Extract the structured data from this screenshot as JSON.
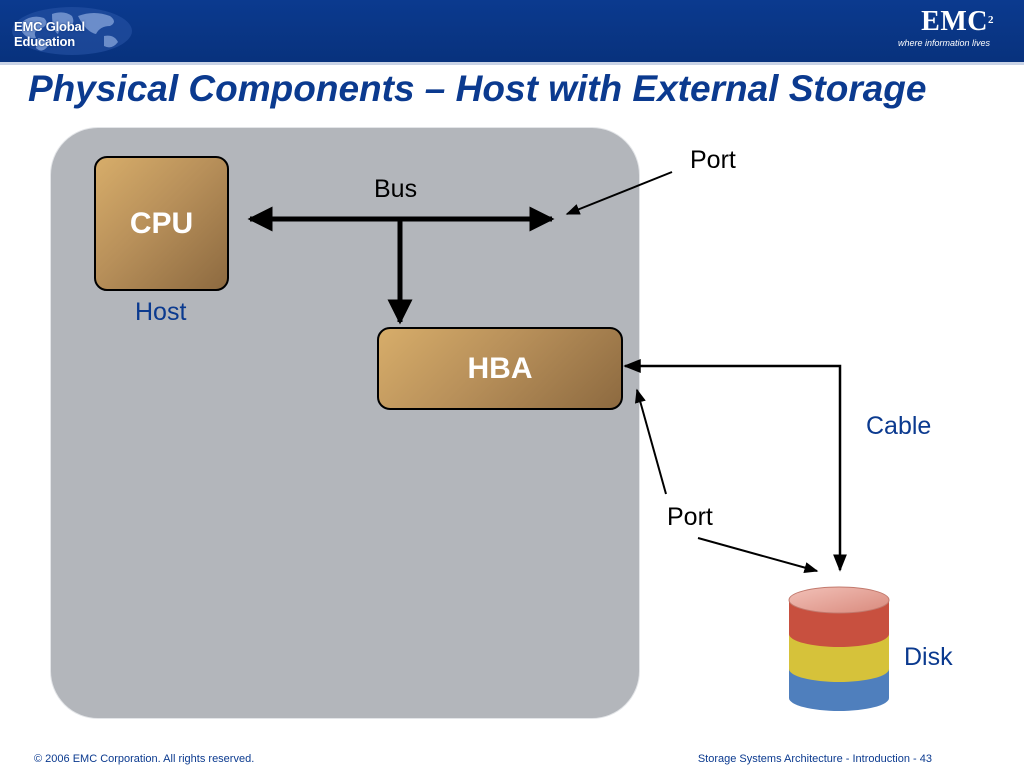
{
  "header": {
    "edu_logo_text": "EMC Global Education",
    "brand_word": "EMC",
    "brand_superscript": "2",
    "brand_tagline": "where information lives",
    "bar_color": "#08327d"
  },
  "slide": {
    "title": "Physical Components – Host with External Storage"
  },
  "diagram": {
    "cpu_label": "CPU",
    "host_label": "Host",
    "bus_label": "Bus",
    "hba_label": "HBA",
    "port_top_label": "Port",
    "port_bottom_label": "Port",
    "cable_label": "Cable",
    "disk_label": "Disk",
    "colors": {
      "component_fill": "#b8905a",
      "host_box": "#b3b6bb",
      "label_blue": "#0b3a8f",
      "disk_top": "#e8a49a",
      "disk_red": "#c8503f",
      "disk_yellow": "#d6c23a",
      "disk_blue": "#4f7fbd"
    }
  },
  "footer": {
    "copyright": "© 2006 EMC Corporation. All rights reserved.",
    "course": "Storage Systems Architecture - Introduction",
    "separator": " - ",
    "page_number": "43"
  }
}
